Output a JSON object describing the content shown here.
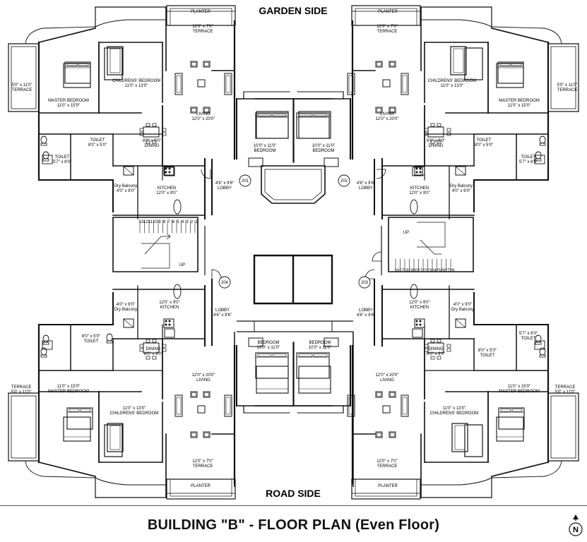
{
  "headings": {
    "top": "GARDEN SIDE",
    "bottom": "ROAD SIDE",
    "title": "BUILDING \"B\" - FLOOR PLAN (Even Floor)",
    "north": "N"
  },
  "unit_numbers": [
    "201",
    "202",
    "203",
    "204"
  ],
  "rooms": {
    "planter_top_left": "PLANTER",
    "planter_top_right": "PLANTER",
    "planter_bottom_left": "PLANTER",
    "planter_bottom_right": "PLANTER",
    "terrace_top_left": [
      "12'0\" x 7'0\"",
      "TERRACE"
    ],
    "terrace_top_right": [
      "12'0\" x 7'0\"",
      "TERRACE"
    ],
    "terrace_bottom_left": [
      "12'0\" x 7'0\"",
      "TERRACE"
    ],
    "terrace_bottom_right": [
      "12'0\" x 7'0\"",
      "TERRACE"
    ],
    "side_terrace_tl": [
      "5'0\" x 11'0\"",
      "TERRACE"
    ],
    "side_terrace_tr": [
      "5'0\" x 11'0\"",
      "TERRACE"
    ],
    "side_terrace_bl": [
      "TERRACE",
      "5'0\" x 11'0\""
    ],
    "side_terrace_br": [
      "TERRACE",
      "5'0\" x 11'0\""
    ],
    "children_tl": [
      "CHILDRENS' BEDROOM",
      "11'0\" x 13'0\""
    ],
    "children_tr": [
      "CHILDRENS' BEDROOM",
      "11'0\" x 13'0\""
    ],
    "children_bl": [
      "11'0\" x 13'0\"",
      "CHILDRENS' BEDROOM"
    ],
    "children_br": [
      "11'0\" x 13'0\"",
      "CHILDRENS' BEDROOM"
    ],
    "master_tl": [
      "MASTER BEDROOM",
      "11'0\" x 15'0\""
    ],
    "master_tr": [
      "MASTER BEDROOM",
      "11'0\" x 15'0\""
    ],
    "master_bl": [
      "11'0\" x 15'0\"",
      "MASTER BEDROOM"
    ],
    "master_br": [
      "11'0\" x 15'0\"",
      "MASTER BEDROOM"
    ],
    "living_tl": [
      "LIVING",
      "12'0\" x 20'0\""
    ],
    "living_tr": [
      "LIVING",
      "12'0\" x 20'0\""
    ],
    "living_bl": [
      "12'0\" x 20'0\"",
      "LIVING"
    ],
    "living_br": [
      "12'0\" x 20'0\"",
      "LIVING"
    ],
    "dining_tl": [
      "8'0\" x 9'0\"",
      "DINING"
    ],
    "dining_tr": [
      "8'0\" x 9'0\"",
      "DINING"
    ],
    "dining_bl": [
      "DINING",
      "8'0\" x 9'0\""
    ],
    "dining_br": [
      "DINING",
      "8'0\" x 9'0\""
    ],
    "toilet1_tl": [
      "TOILET",
      "8'0\" x 5'0\""
    ],
    "toilet2_tl": [
      "TOILET",
      "5'7\" x 8'0\""
    ],
    "toilet1_tr": [
      "TOILET",
      "8'0\" x 5'0\""
    ],
    "toilet2_tr": [
      "TOILET",
      "5'7\" x 8'0\""
    ],
    "toilet1_bl": [
      "8'0\" x 5'0\"",
      "TOILET"
    ],
    "toilet1_br": [
      "8'0\" x 5'0\"",
      "TOILET"
    ],
    "toilet2_br": [
      "5'7\" x 8'0\"",
      "TOILET"
    ],
    "bedroom_center_tl": [
      "10'0\" x 11'0\"",
      "BEDROOM"
    ],
    "bedroom_center_tr": [
      "10'0\" x 11'0\"",
      "BEDROOM"
    ],
    "bedroom_center_bl": [
      "BEDROOM",
      "10'0\" x 11'0\""
    ],
    "bedroom_center_br": [
      "BEDROOM",
      "10'0\" x 11'0\""
    ],
    "kitchen_tl": [
      "KITCHEN",
      "12'0\" x 9'0\""
    ],
    "kitchen_tr": [
      "KITCHEN",
      "12'0\" x 9'0\""
    ],
    "kitchen_bl": [
      "12'0\" x 9'0\"",
      "KITCHEN"
    ],
    "kitchen_br": [
      "12'0\" x 9'0\"",
      "KITCHEN"
    ],
    "drybalcony_tl": [
      "Dry Balcony",
      "4'0\" x 9'0\""
    ],
    "drybalcony_tr": [
      "Dry Balcony",
      "4'0\" x 9'0\""
    ],
    "drybalcony_bl": [
      "4'0\" x 9'0\"",
      "Dry Balcony"
    ],
    "drybalcony_br": [
      "4'0\" x 9'0\"",
      "Dry Balcony"
    ],
    "lobby_tl": [
      "4'6\" x 9'6\"",
      "LOBBY"
    ],
    "lobby_tr": [
      "4'6\" x 9'6\"",
      "LOBBY"
    ],
    "lobby_bl": [
      "LOBBY",
      "4'6\" x 9'6\""
    ],
    "lobby_br": [
      "LOBBY",
      "4'6\" x 9'6\""
    ],
    "stair_up_left": "UP",
    "stair_up_right": "UP"
  },
  "stair_numbers": {
    "top_left": [
      "13",
      "12",
      "11",
      "10",
      "9",
      "8",
      "7",
      "6",
      "5",
      "4",
      "3",
      "2",
      "1"
    ],
    "bottom_right": [
      "16",
      "17",
      "18",
      "19",
      "20",
      "21",
      "22",
      "23",
      "24",
      "25",
      "26",
      "27",
      "28"
    ]
  }
}
